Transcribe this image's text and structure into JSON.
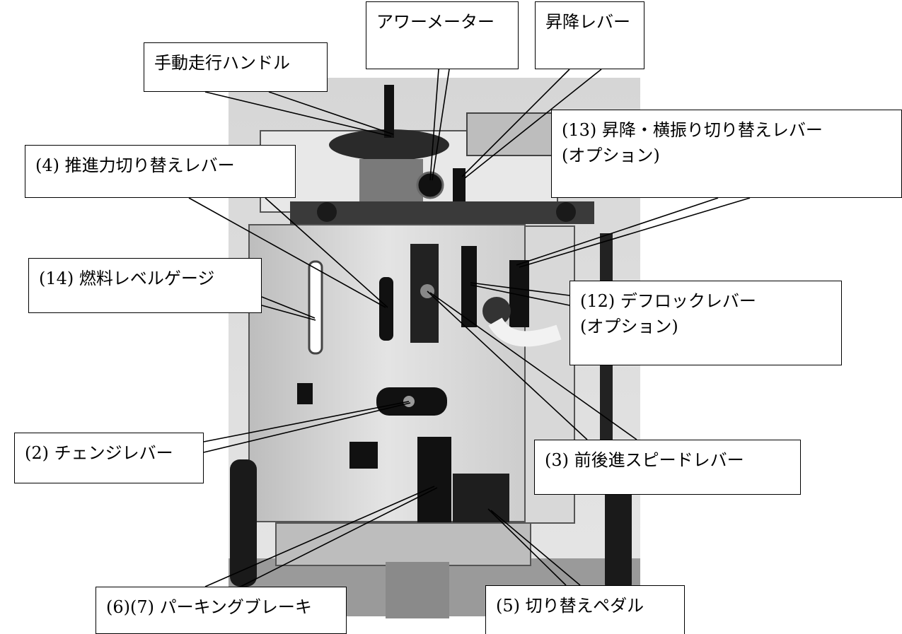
{
  "labels": {
    "hour_meter": "アワーメーター",
    "lift_lever": "昇降レバー",
    "manual_handle": "手動走行ハンドル",
    "lift_swing_lever": "(13) 昇降・横振り切り替えレバー",
    "lift_swing_lever_option": "(オプション)",
    "thrust_lever": "(4) 推進力切り替えレバー",
    "fuel_gauge": "(14) 燃料レベルゲージ",
    "deflock_lever": "(12) デフロックレバー",
    "deflock_lever_option": "(オプション)",
    "change_lever": "(2) チェンジレバー",
    "speed_lever": "(3) 前後進スピードレバー",
    "parking_brake": "(6)(7) パーキングブレーキ",
    "switch_pedal": "(5) 切り替えペダル"
  },
  "colors": {
    "line": "#000000",
    "box_fill": "#ffffff",
    "photo_base": "#cfcfcf"
  }
}
